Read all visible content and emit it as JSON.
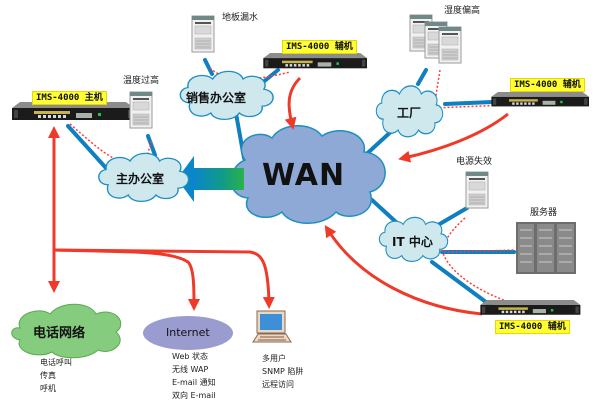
{
  "diagram": {
    "title": "IMS-4000 network monitoring topology",
    "hub": {
      "label": "WAN",
      "color": "#8fa9d6"
    },
    "sites": [
      {
        "id": "main-office",
        "label": "主办公室",
        "device": "IMS-4000 主机",
        "sensor": "温度过高"
      },
      {
        "id": "sales-office",
        "label": "销售办公室",
        "device": "IMS-4000 辅机",
        "sensor": "地板漏水"
      },
      {
        "id": "factory",
        "label": "工厂",
        "device": "IMS-4000 辅机",
        "sensor": "湿度偏高"
      },
      {
        "id": "it-center",
        "label": "IT 中心",
        "device": "IMS-4000 辅机",
        "sensor": "电源失效",
        "extra": "服务器"
      }
    ],
    "outputs": [
      {
        "id": "phone-network",
        "label": "电话网络",
        "items": [
          "电话呼叫",
          "传真",
          "呼机"
        ]
      },
      {
        "id": "internet",
        "label": "Internet",
        "items": [
          "Web 状态",
          "无线 WAP",
          "E-mail 通知",
          "双向 E-mail"
        ]
      },
      {
        "id": "terminal",
        "label": "",
        "items": [
          "多用户",
          "SNMP 陷阱",
          "远程访问"
        ]
      }
    ],
    "colors": {
      "link": "#0f7fc0",
      "alert_arrow": "#ef3a2a",
      "sensor_link": "#ff3b3b",
      "site_cloud": "#cfe8ee",
      "site_cloud_stroke": "#1e8fc0",
      "phone_cloud": "#86cc7e",
      "internet_ellipse": "#9a9cd0",
      "tag": "#ffff33"
    }
  }
}
